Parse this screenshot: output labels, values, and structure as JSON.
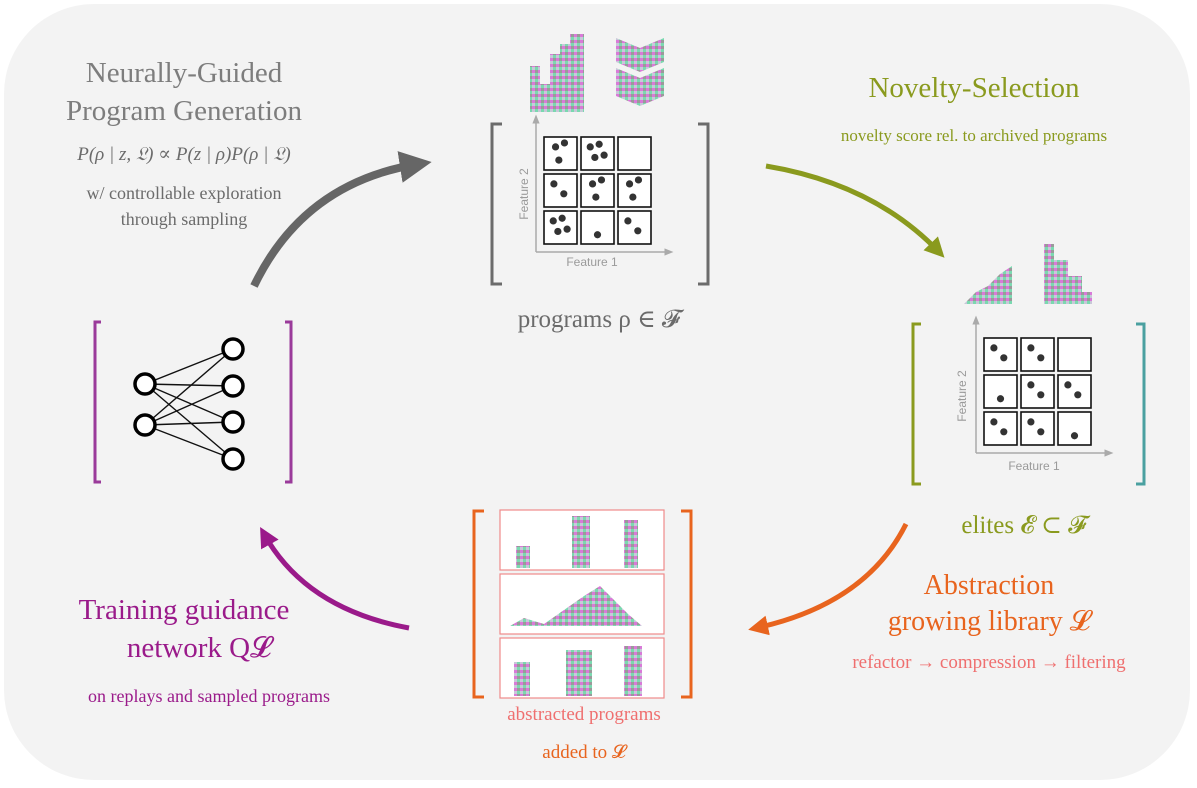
{
  "generation": {
    "title_line1": "Neurally-Guided",
    "title_line2": "Program Generation",
    "formula": "P(ρ | z, 𝔏) ∝ P(z | ρ)P(ρ | 𝔏)",
    "sub_line1": "w/ controllable exploration",
    "sub_line2": "through sampling"
  },
  "programs_label": "programs ρ ∈ 𝓕",
  "novelty": {
    "title": "Novelty-Selection",
    "subtitle": "novelty score rel. to archived programs"
  },
  "elites_label": "elites 𝓔 ⊂ 𝓕",
  "abstraction": {
    "title_line1": "Abstraction",
    "title_line2": "growing library 𝓛",
    "pipeline": "refactor → compression → filtering"
  },
  "abstracted": {
    "line1": "abstracted programs",
    "line2": "added to 𝓛"
  },
  "training": {
    "title_line1": "Training guidance",
    "title_line2": "network Q𝓛",
    "subtitle": "on replays and sampled programs"
  },
  "grid_top": {
    "x_axis": "Feature 1",
    "y_axis": "Feature 2",
    "dots_per_cell": [
      3,
      4,
      0,
      2,
      3,
      3,
      4,
      1,
      2
    ]
  },
  "grid_elites": {
    "x_axis": "Feature 1",
    "y_axis": "Feature 2",
    "dots_per_cell": [
      2,
      2,
      0,
      1,
      2,
      2,
      2,
      2,
      1
    ]
  },
  "colors": {
    "panel": "#f3f3f3",
    "gray": "#7d7d7d",
    "arrow_gray": "#666666",
    "olive": "#8a9a1e",
    "orange": "#e8641e",
    "salmon": "#ef6f6f",
    "purple": "#9a1a8a"
  }
}
